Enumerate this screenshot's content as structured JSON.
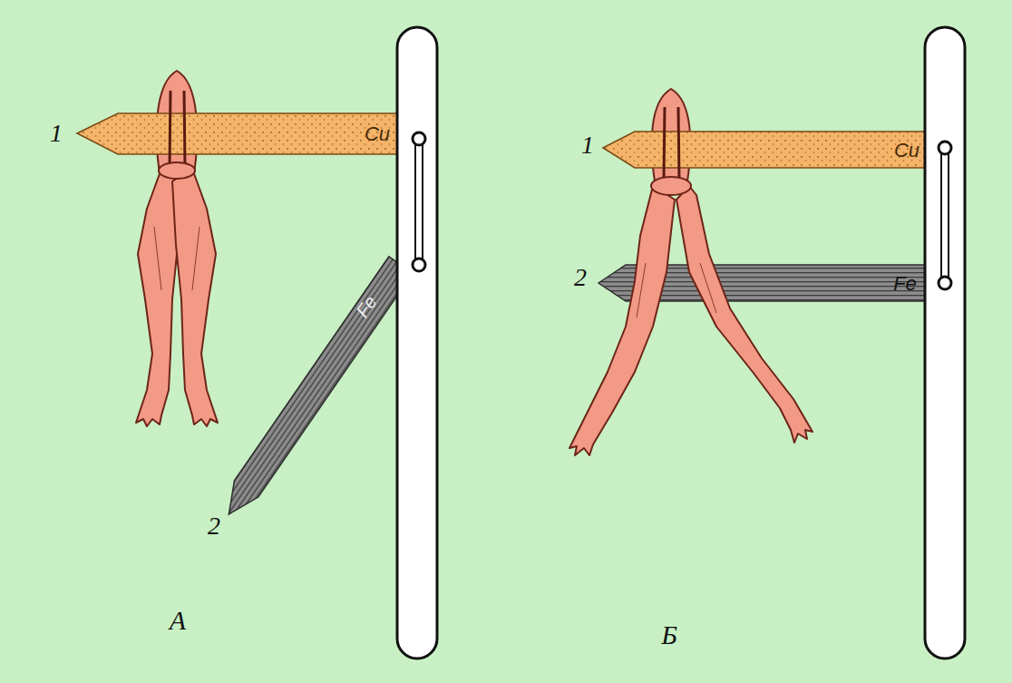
{
  "diagram": {
    "labels": [
      "1",
      "Cu",
      "2",
      "Fe",
      "А",
      "1",
      "Cu",
      "2",
      "Fe",
      "Б"
    ]
  }
}
